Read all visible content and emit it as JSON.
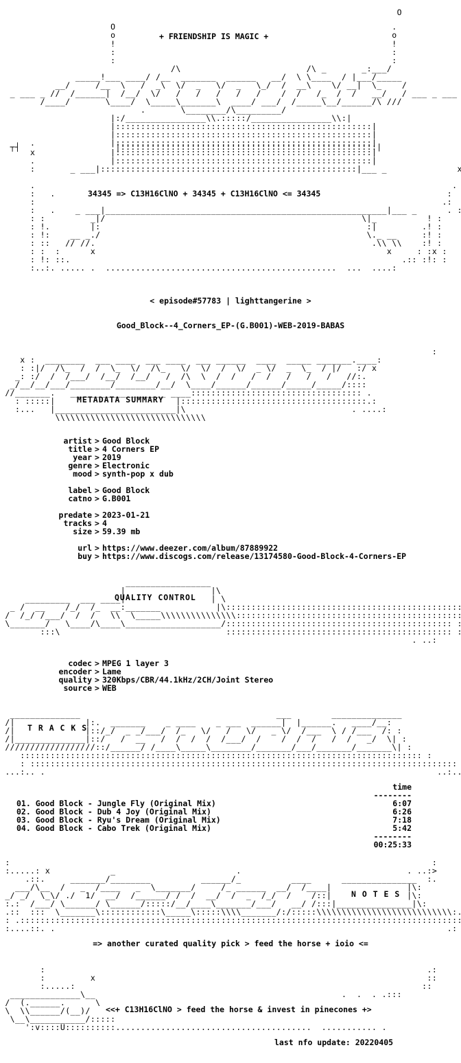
{
  "header": {
    "motto": "+ FRIENDSHIP IS MAGIC +",
    "formula": "34345 => C13H16ClNO + 34345 + C13H16ClNO <= 34345",
    "episode": "< episode#57783 | lighttangerine >",
    "release": "Good_Block--4_Corners_EP-(G.B001)-WEB-2019-BABAS"
  },
  "sections": {
    "metadata": "METADATA SUMMARY",
    "quality": "QUALITY CONTROL",
    "tracks": "T R A C K S",
    "notes": "N O T E S"
  },
  "metadata": [
    {
      "label": "artist",
      "value": "Good Block"
    },
    {
      "label": "title",
      "value": "4 Corners EP"
    },
    {
      "label": "year",
      "value": "2019"
    },
    {
      "label": "genre",
      "value": "Electronic"
    },
    {
      "label": "mood",
      "value": "synth-pop x dub"
    },
    {
      "label": "label",
      "value": "Good Block"
    },
    {
      "label": "catno",
      "value": "G.B001"
    },
    {
      "label": "predate",
      "value": "2023-01-21"
    },
    {
      "label": "tracks",
      "value": "4"
    },
    {
      "label": "size",
      "value": "59.39 mb"
    },
    {
      "label": "url",
      "value": "https://www.deezer.com/album/87889922"
    },
    {
      "label": "buy",
      "value": "https://www.discogs.com/release/13174580-Good-Block-4-Corners-EP"
    }
  ],
  "quality": [
    {
      "label": "codec",
      "value": "MPEG 1 layer 3"
    },
    {
      "label": "encoder",
      "value": "Lame"
    },
    {
      "label": "quality",
      "value": "320Kbps/CBR/44.1kHz/2CH/Joint Stereo"
    },
    {
      "label": "source",
      "value": "WEB"
    }
  ],
  "tracklist": {
    "time_header": "time",
    "rule": "--------",
    "tracks": [
      {
        "title": "01. Good Block - Jungle Fly (Original Mix)",
        "time": "6:07"
      },
      {
        "title": "02. Good Block - Dub 4 Joy (Original Mix)",
        "time": "6:26"
      },
      {
        "title": "03. Good Block - Ryu's Dream (Original Mix)",
        "time": "7:18"
      },
      {
        "title": "04. Good Block - Cabo Trek (Original Mix)",
        "time": "5:42"
      }
    ],
    "total": "00:25:33"
  },
  "notes": {
    "pick": "=> another curated quality pick > feed the horse + ioio <=",
    "footer_art": "<<+ C13H16ClNO > feed the horse & invest in pinecones +>",
    "last_update": "last nfo update: 20220405"
  }
}
